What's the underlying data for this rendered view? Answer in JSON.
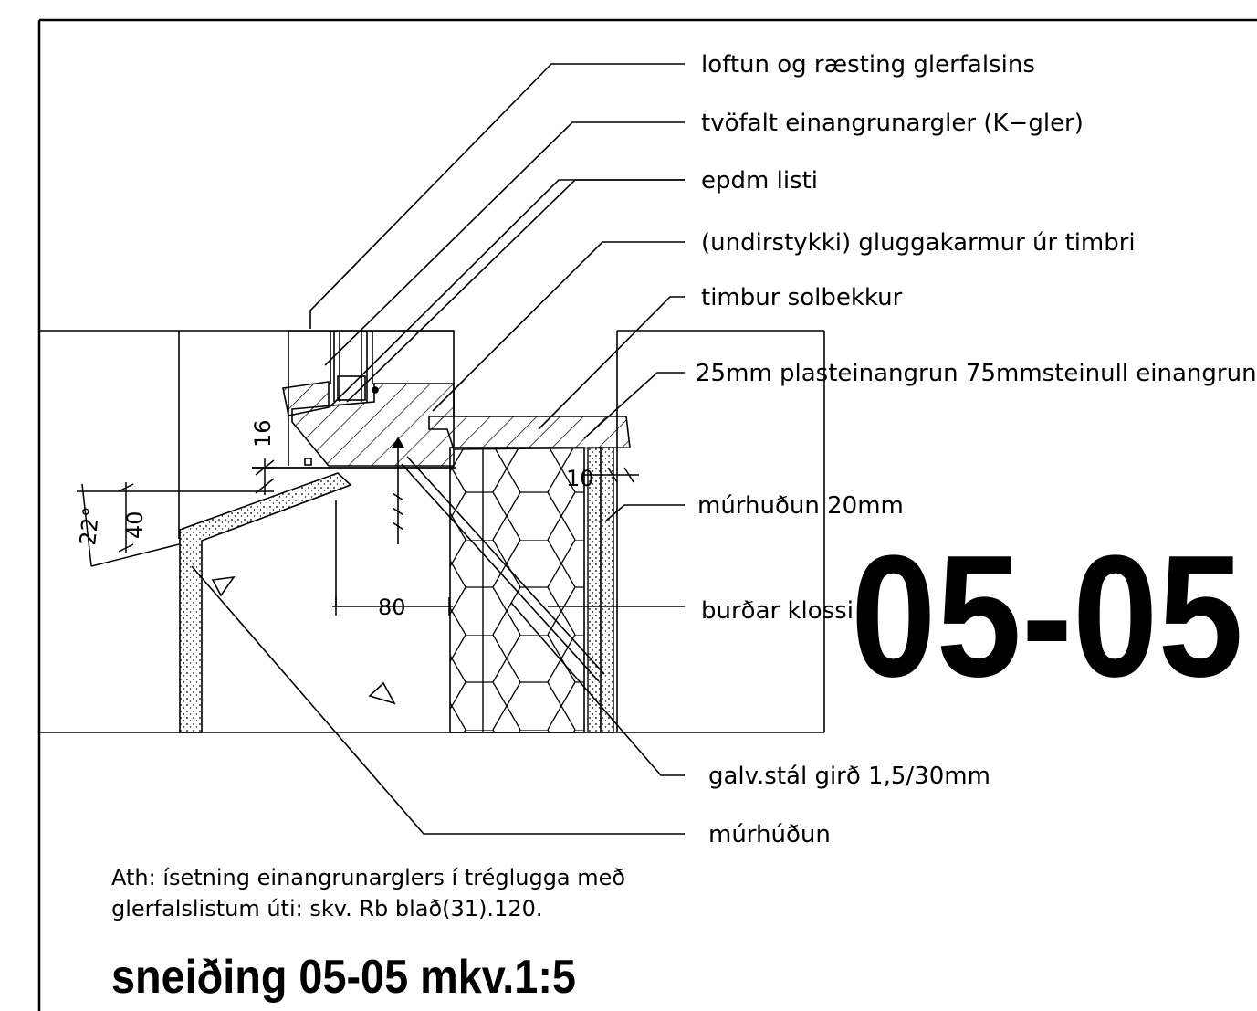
{
  "labels": {
    "loftun": "loftun  og  ræsting  glerfalsins",
    "tvofalt": "tvöfalt  einangrunargler  (K−gler)",
    "epdm": "epdm  listi",
    "undirstykki": "(undirstykki)  gluggakarmur  úr  timbri",
    "timbur": "timbur  solbekkur",
    "plast": "25mm  plasteinangrun  75mmsteinull  einangrun",
    "murhudun20": "múrhuðun  20mm",
    "burdar": "burðar  klossi",
    "galv": "galv.stál  girð  1,5/30mm",
    "murhudun": "múrhúðun"
  },
  "dimensions": {
    "d16": "16",
    "d40": "40",
    "d22": "22°",
    "d80": "80",
    "d10": "10"
  },
  "section_mark": "05-05",
  "note": {
    "line1": "Ath:  ísetning  einangrunarglers  í  tréglugga  með",
    "line2": "glerfalslistum  úti:  skv.  Rb  blað(31).120."
  },
  "title": "sneiðing 05-05 mkv.1:5"
}
